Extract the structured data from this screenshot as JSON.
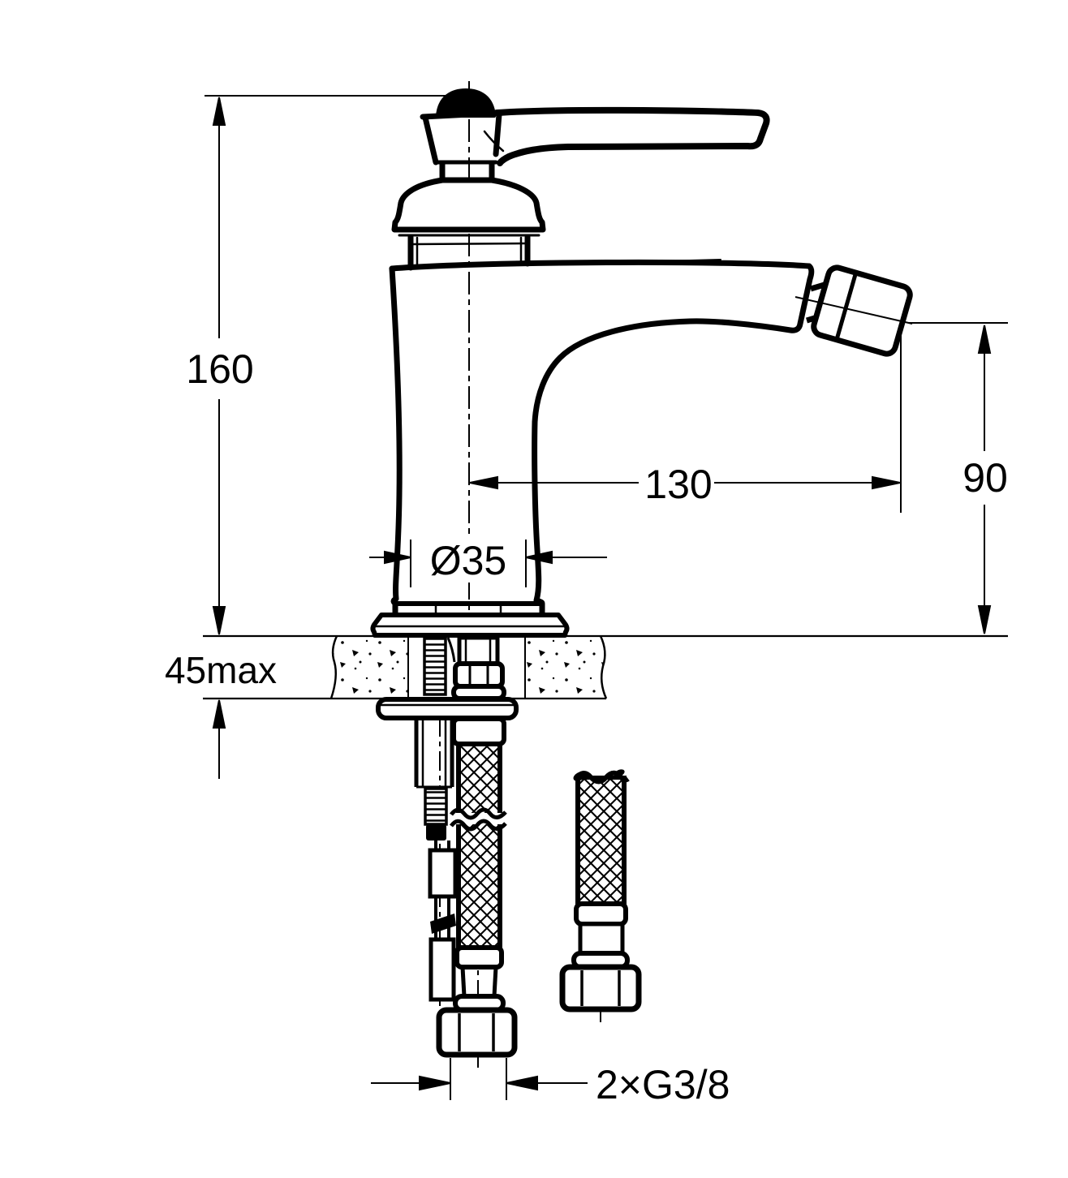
{
  "drawing": {
    "background_color": "#ffffff",
    "line_color": "#000000",
    "labels": {
      "overall_height": "160",
      "max_mounting_thickness": "45max",
      "base_diameter": "Ø35",
      "spout_reach": "130",
      "spout_outlet_height": "90",
      "supply_connection": "2×G3/8"
    }
  }
}
